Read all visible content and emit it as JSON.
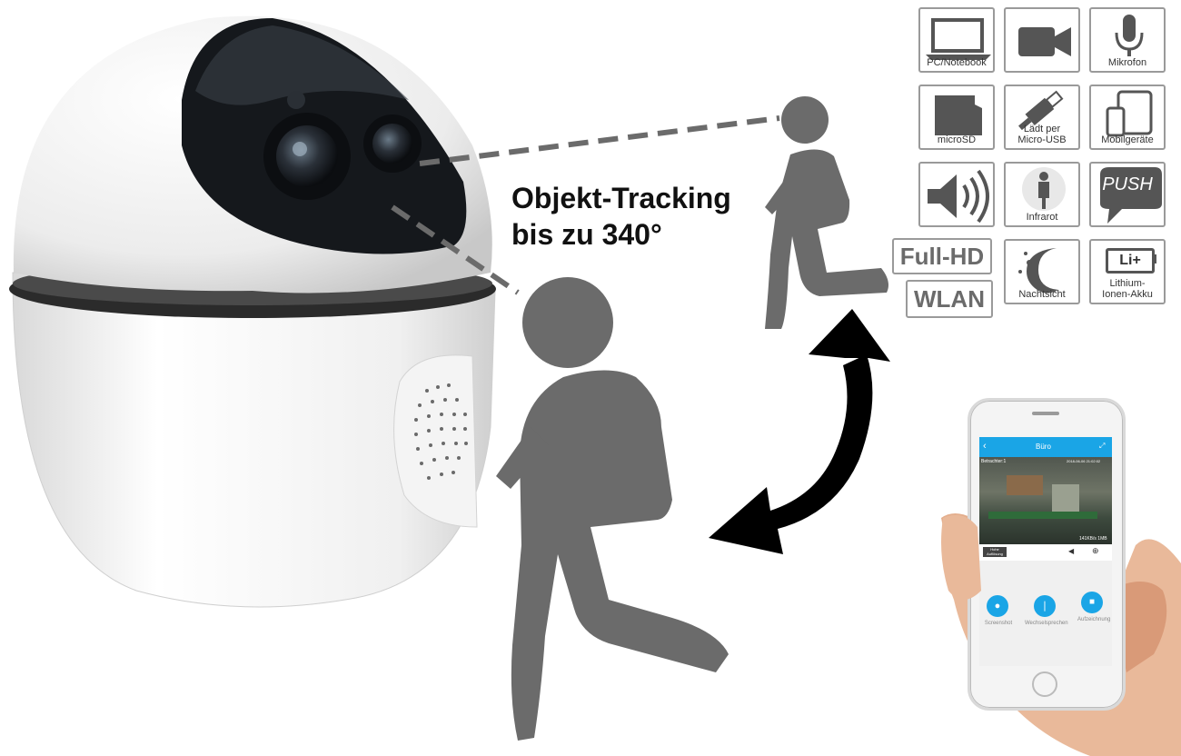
{
  "headline": {
    "line1": "Objekt-Tracking",
    "line2": "bis zu 340°"
  },
  "features": [
    {
      "label": "PC/Notebook",
      "icon": "laptop-icon"
    },
    {
      "label": "",
      "icon": "video-camera-icon"
    },
    {
      "label": "Mikrofon",
      "icon": "microphone-icon"
    },
    {
      "label": "microSD",
      "icon": "microsd-icon"
    },
    {
      "label": "Lädt per",
      "label2": "Micro-USB",
      "icon": "usb-icon"
    },
    {
      "label": "Mobilgeräte",
      "icon": "mobile-devices-icon"
    },
    {
      "label": "",
      "icon": "speaker-icon"
    },
    {
      "label": "Infrarot",
      "icon": "infrared-icon"
    },
    {
      "label": "PUSH",
      "icon": "push-bubble-icon"
    },
    {
      "label": "Full-HD",
      "icon": "full-hd-badge"
    },
    {
      "label": "WLAN",
      "icon": "wlan-badge"
    },
    {
      "label": "Nachtsicht",
      "icon": "night-vision-icon"
    },
    {
      "label": "Li+",
      "sub1": "Lithium-",
      "sub2": "Ionen-Akku",
      "icon": "battery-icon"
    }
  ],
  "phone": {
    "title": "Büro",
    "viewers": "Betrachter:1",
    "date": "2018-06-06 21:02:02",
    "bitrate": "141KB/s 1MB",
    "quality_button": "Hohe Auflösung",
    "buttons": [
      {
        "label": "Screenshot",
        "icon": "camera-icon"
      },
      {
        "label": "Wechselsprechen",
        "icon": "microphone-icon"
      },
      {
        "label": "Aufzeichnung",
        "icon": "video-icon"
      }
    ]
  },
  "colors": {
    "figure": "#6b6b6b",
    "accent": "#1a9be0",
    "tile_border": "#9a9a9a",
    "arrow": "#000000"
  }
}
